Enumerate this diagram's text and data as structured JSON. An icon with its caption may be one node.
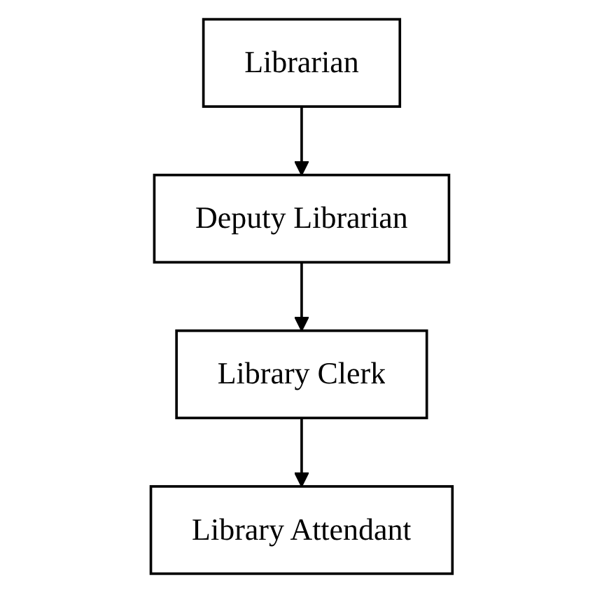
{
  "diagram": {
    "nodes": [
      {
        "text": [
          "Librarian"
        ]
      },
      {
        "text": [
          "Deputy Librarian"
        ]
      },
      {
        "text": [
          "Library Clerk"
        ]
      },
      {
        "text": [
          "Library Attendant"
        ]
      }
    ],
    "edges": [
      {
        "from": 0,
        "to": 1,
        "arrow": "to"
      },
      {
        "from": 1,
        "to": 2,
        "arrow": "to"
      },
      {
        "from": 2,
        "to": 3,
        "arrow": "to"
      }
    ]
  }
}
